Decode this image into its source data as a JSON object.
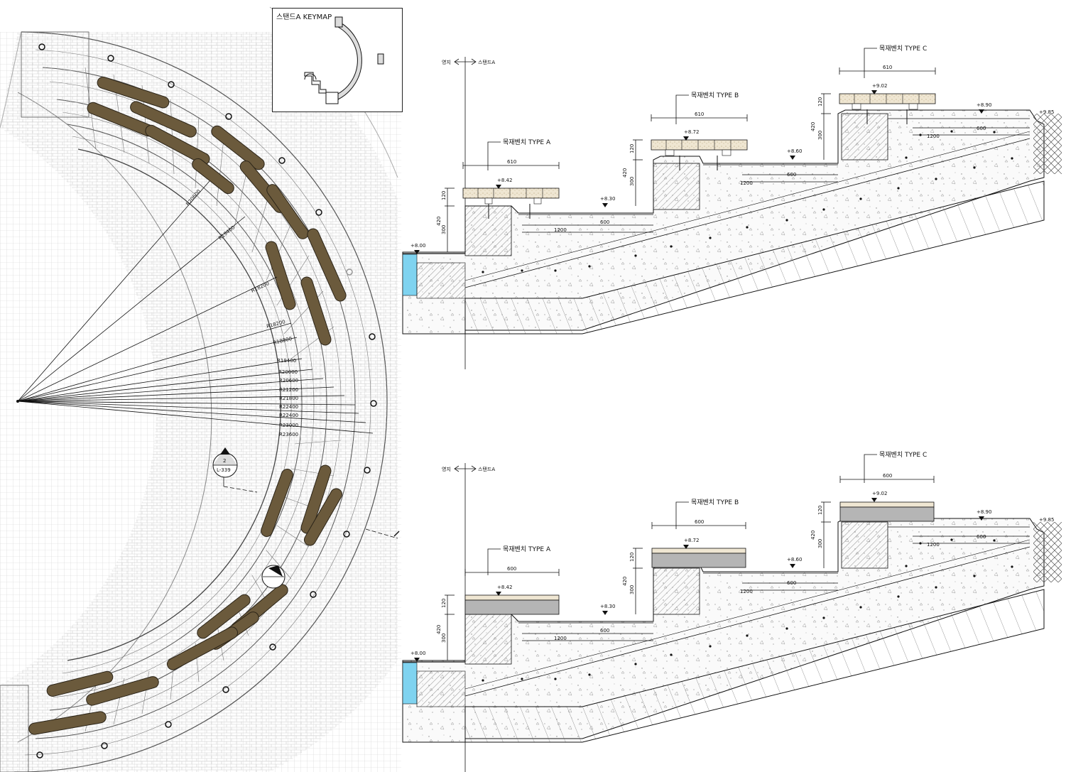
{
  "keymap": {
    "title": "스탠드A KEYMAP"
  },
  "plan": {
    "radius_labels": [
      "R20600",
      "R19400",
      "R18200",
      "R18200",
      "R18800",
      "R19400",
      "R20000",
      "R20600",
      "R21200",
      "R21800",
      "R22400",
      "R22400",
      "R23000",
      "R23600"
    ],
    "section_marker_top": "2",
    "section_marker_bottom": "L-339"
  },
  "sections": [
    {
      "axis_left": "영지",
      "axis_right": "스탠드A",
      "bench_a": {
        "label": "목재벤치 TYPE A",
        "width": "610",
        "level": "+8.42"
      },
      "bench_b": {
        "label": "목재벤치 TYPE B",
        "width": "610",
        "level": "+8.72"
      },
      "bench_c": {
        "label": "목재벤치 TYPE C",
        "width": "610",
        "level": "+9.02"
      },
      "levels": {
        "water": "+8.00",
        "step1": "+8.30",
        "step2": "+8.60",
        "step3": "+8.90",
        "top": "+9.85"
      },
      "dims": {
        "h120": "120",
        "h300": "300",
        "h420": "420",
        "d600": "600",
        "d1200": "1200"
      }
    },
    {
      "axis_left": "영지",
      "axis_right": "스탠드A",
      "bench_a": {
        "label": "목재벤치 TYPE A",
        "width": "600",
        "level": "+8.42"
      },
      "bench_b": {
        "label": "목재벤치 TYPE B",
        "width": "600",
        "level": "+8.72"
      },
      "bench_c": {
        "label": "목재벤치 TYPE C",
        "width": "600",
        "level": "+9.02"
      },
      "levels": {
        "water": "+8.00",
        "step1": "+8.30",
        "step2": "+8.60",
        "step3": "+8.90",
        "top": "+9.85"
      },
      "dims": {
        "h120": "120",
        "h300": "300",
        "h420": "420",
        "d600": "600",
        "d1200": "1200"
      }
    }
  ]
}
